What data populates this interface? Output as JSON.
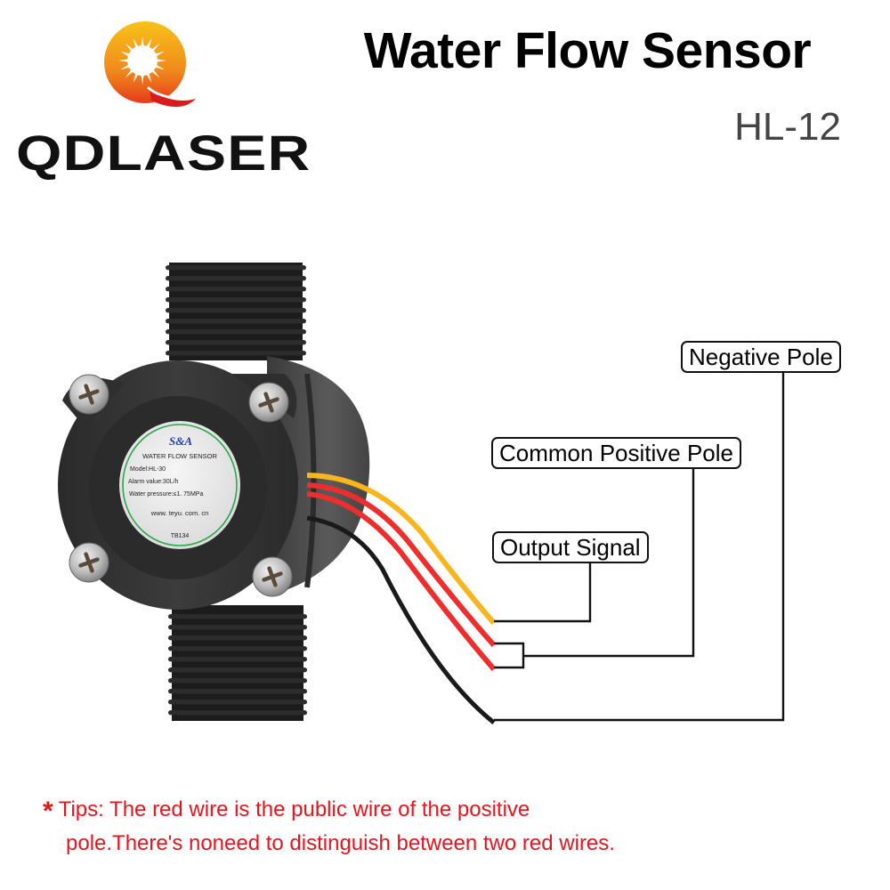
{
  "brand": {
    "name_parts": [
      "Q",
      "D",
      "LASER"
    ],
    "name": "QDLASER",
    "logo_icon": "sun-in-q-icon",
    "colors": {
      "orange": "#f4a21c",
      "red": "#e01020",
      "dark": "#111111"
    }
  },
  "header": {
    "title": "Water Flow Sensor",
    "model": "HL-12"
  },
  "product_label": {
    "brand": "S&A",
    "heading": "WATER FLOW SENSOR",
    "model": "Model:HL-30",
    "alarm": "Alarm value:30L/h",
    "pressure": "Water pressure:≤1. 75MPa",
    "website": "www. teyu. com. cn",
    "code": "TB134"
  },
  "callouts": {
    "negative": "Negative Pole",
    "positive": "Common Positive Pole",
    "output": "Output Signal"
  },
  "wires": [
    {
      "name": "signal",
      "color": "#f7b51e"
    },
    {
      "name": "positive-1",
      "color": "#ee2d2d"
    },
    {
      "name": "positive-2",
      "color": "#ee2d2d"
    },
    {
      "name": "negative",
      "color": "#1a1a1a"
    }
  ],
  "tips": {
    "marker": "*",
    "line1": "Tips: The red wire is the public wire of the positive",
    "line2": "pole.There's noneed to distinguish between two red wires."
  }
}
